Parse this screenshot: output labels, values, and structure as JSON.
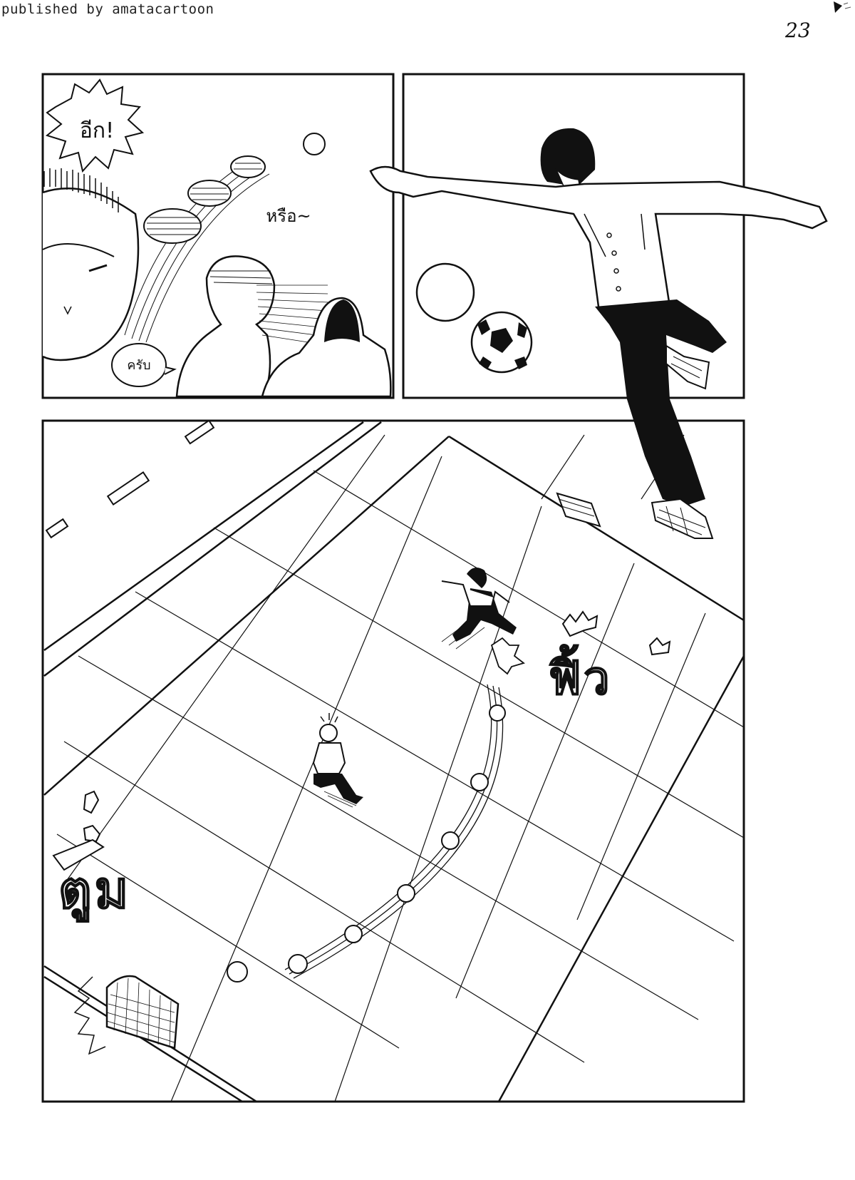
{
  "page": {
    "publisher": "published by amatacartoon",
    "page_number": "23"
  },
  "panel_top_left": {
    "shout_bubble": "อีก!",
    "murmur": "หรือ~",
    "reply_bubble": "ครับ"
  },
  "panel_bottom": {
    "sfx_kick": "ฟิ้ว",
    "sfx_goal": "ตูม"
  },
  "colors": {
    "ink": "#111111",
    "paper": "#ffffff"
  }
}
